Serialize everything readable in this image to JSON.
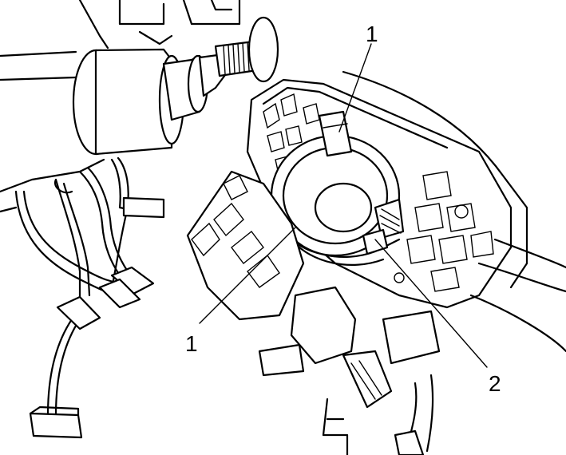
{
  "callouts": [
    {
      "id": "callout-1-top",
      "label": "1"
    },
    {
      "id": "callout-1-bottom",
      "label": "1"
    },
    {
      "id": "callout-2",
      "label": "2"
    }
  ]
}
